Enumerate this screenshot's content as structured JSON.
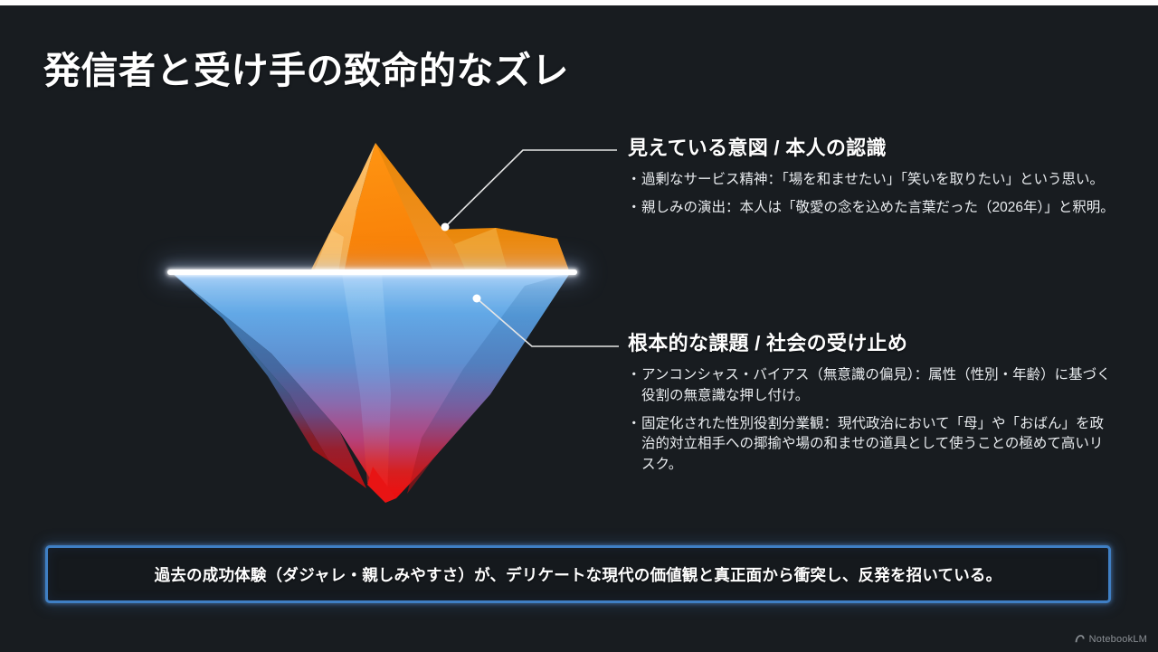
{
  "slide": {
    "title": "発信者と受け手の致命的なズレ",
    "background_color": "#181c20"
  },
  "panels": {
    "top": {
      "heading": "見えている意図 / 本人の認識",
      "bullets": [
        "過剰なサービス精神：「場を和ませたい」「笑いを取りたい」という思い。",
        "親しみの演出：本人は「敬愛の念を込めた言葉だった（2026年）」と釈明。"
      ]
    },
    "bottom": {
      "heading": "根本的な課題 / 社会の受け止め",
      "bullets": [
        "アンコンシャス・バイアス（無意識の偏見）：属性（性別・年齢）に基づく役割の無意識な押し付け。",
        "固定化された性別役割分業観：現代政治において「母」や「おばん」を政治的対立相手への揶揄や場の和ませの道具として使うことの極めて高いリスク。"
      ]
    }
  },
  "callout": {
    "text": "過去の成功体験（ダジャレ・親しみやすさ）が、デリケートな現代の価値観と真正面から衝突し、反発を招いている。",
    "border_color": "#3f7fc4"
  },
  "graphic": {
    "name": "iceberg-diagram",
    "waterline_color": "#ffffff",
    "above_water_colors": [
      "#f7a93c",
      "#ff8c10",
      "#fbc56a",
      "#e8820a"
    ],
    "below_water_colors": [
      "#8cc2f0",
      "#4e9ae0",
      "#7b6fb5",
      "#c0302a",
      "#e81414"
    ],
    "callout_dots": [
      {
        "name": "above-water-marker",
        "target": "見えている意図 / 本人の認識"
      },
      {
        "name": "below-water-marker",
        "target": "根本的な課題 / 社会の受け止め"
      }
    ]
  },
  "watermark": {
    "label": "NotebookLM",
    "icon": "notebooklm-logo-icon"
  }
}
